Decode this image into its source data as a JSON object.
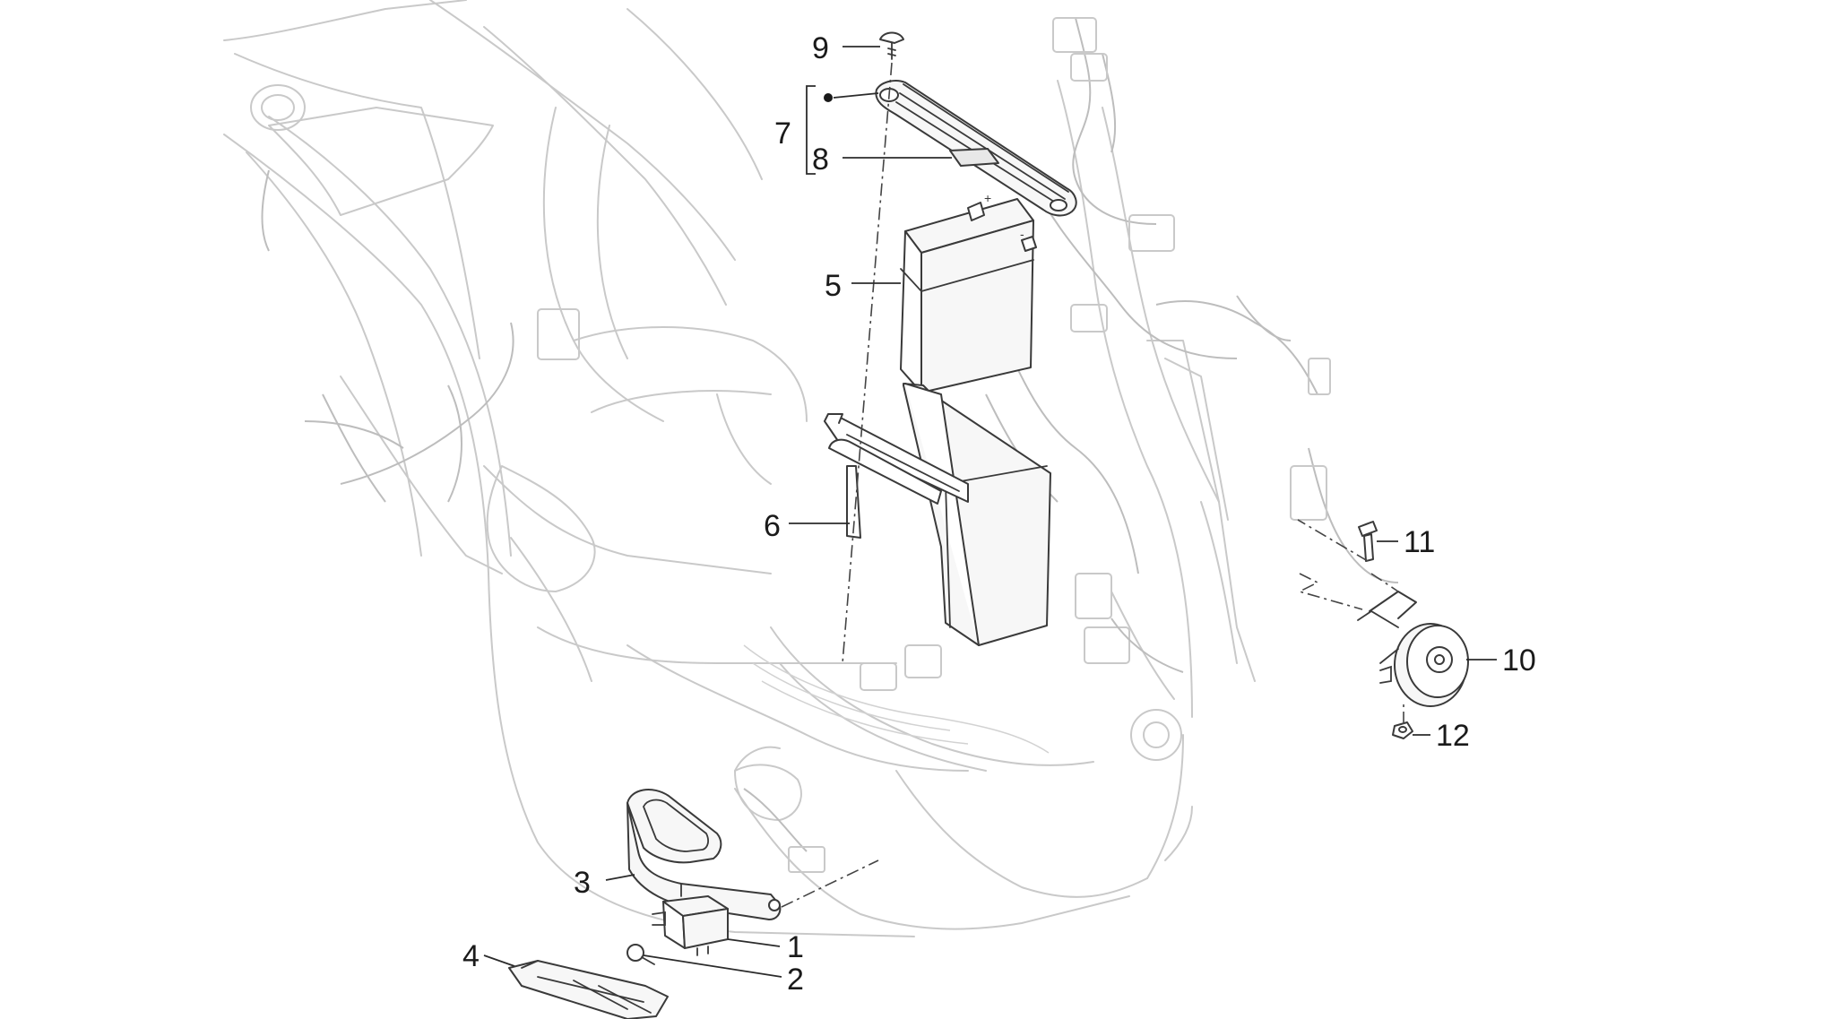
{
  "callouts": [
    {
      "id": "1",
      "label": "1"
    },
    {
      "id": "2",
      "label": "2"
    },
    {
      "id": "3",
      "label": "3"
    },
    {
      "id": "4",
      "label": "4"
    },
    {
      "id": "5",
      "label": "5"
    },
    {
      "id": "6",
      "label": "6"
    },
    {
      "id": "7",
      "label": "7"
    },
    {
      "id": "8",
      "label": "8"
    },
    {
      "id": "9",
      "label": "9"
    },
    {
      "id": "10",
      "label": "10"
    },
    {
      "id": "11",
      "label": "11"
    },
    {
      "id": "12",
      "label": "12"
    }
  ],
  "battery": {
    "terminal_positive": "+",
    "terminal_negative": "-"
  },
  "colors": {
    "frame": "#c9c9c9",
    "part": "#3a3a3a",
    "text": "#1a1a1a"
  }
}
